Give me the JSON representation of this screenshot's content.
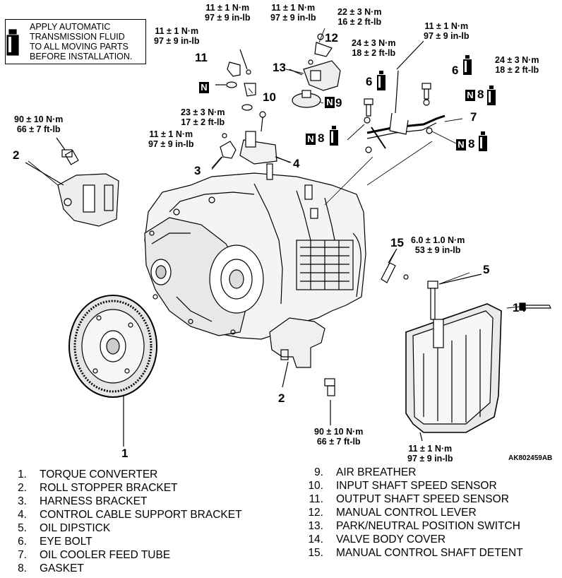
{
  "note": {
    "lines": [
      "APPLY AUTOMATIC",
      "TRANSMISSION FLUID",
      "TO ALL MOVING PARTS",
      "BEFORE INSTALLATION."
    ]
  },
  "torques": {
    "t1": [
      "11 ± 1 N·m",
      "97 ± 9 in-lb"
    ],
    "t2": [
      "11 ± 1 N·m",
      "97 ± 9 in-lb"
    ],
    "t3": [
      "22 ± 3 N·m",
      "16 ± 2 ft-lb"
    ],
    "t4": [
      "11 ± 1 N·m",
      "97 ± 9 in-lb"
    ],
    "t5": [
      "11 ± 1 N·m",
      "97 ± 9 in-lb"
    ],
    "t6": [
      "24 ± 3 N·m",
      "18 ± 2 ft-lb"
    ],
    "t7": [
      "24 ± 3 N·m",
      "18 ± 2 ft-lb"
    ],
    "t8": [
      "90 ± 10 N·m",
      "66 ± 7 ft-lb"
    ],
    "t9": [
      "23 ± 3 N·m",
      "17 ± 2 ft-lb"
    ],
    "t10": [
      "11 ± 1 N·m",
      "97 ± 9 in-lb"
    ],
    "t11": [
      "6.0 ± 1.0 N·m",
      "53 ± 9 in-lb"
    ],
    "t12": [
      "90 ± 10 N·m",
      "66 ± 7 ft-lb"
    ],
    "t13": [
      "11 ± 1 N·m",
      "97 ± 9 in-lb"
    ]
  },
  "callouts": {
    "c1": "1",
    "c2a": "2",
    "c2b": "2",
    "c3": "3",
    "c4": "4",
    "c5": "5",
    "c6a": "6",
    "c6b": "6",
    "c7": "7",
    "c8a": "8",
    "c8b": "8",
    "c8c": "8",
    "c9": "9",
    "c10": "10",
    "c11": "11",
    "c12": "12",
    "c13": "13",
    "c14": "14",
    "c15": "15"
  },
  "n_marker": "N",
  "figure_code": "AK802459AB",
  "legend": [
    {
      "num": "1.",
      "label": "TORQUE CONVERTER"
    },
    {
      "num": "2.",
      "label": "ROLL STOPPER BRACKET"
    },
    {
      "num": "3.",
      "label": "HARNESS BRACKET"
    },
    {
      "num": "4.",
      "label": "CONTROL CABLE SUPPORT BRACKET"
    },
    {
      "num": "5.",
      "label": "OIL DIPSTICK"
    },
    {
      "num": "6.",
      "label": "EYE BOLT"
    },
    {
      "num": "7.",
      "label": "OIL COOLER FEED TUBE"
    },
    {
      "num": "8.",
      "label": "GASKET"
    },
    {
      "num": "9.",
      "label": "AIR BREATHER"
    },
    {
      "num": "10.",
      "label": "INPUT SHAFT SPEED SENSOR"
    },
    {
      "num": "11.",
      "label": "OUTPUT SHAFT SPEED SENSOR"
    },
    {
      "num": "12.",
      "label": "MANUAL CONTROL LEVER"
    },
    {
      "num": "13.",
      "label": "PARK/NEUTRAL POSITION SWITCH"
    },
    {
      "num": "14.",
      "label": "VALVE BODY COVER"
    },
    {
      "num": "15.",
      "label": "MANUAL CONTROL SHAFT DETENT"
    }
  ]
}
